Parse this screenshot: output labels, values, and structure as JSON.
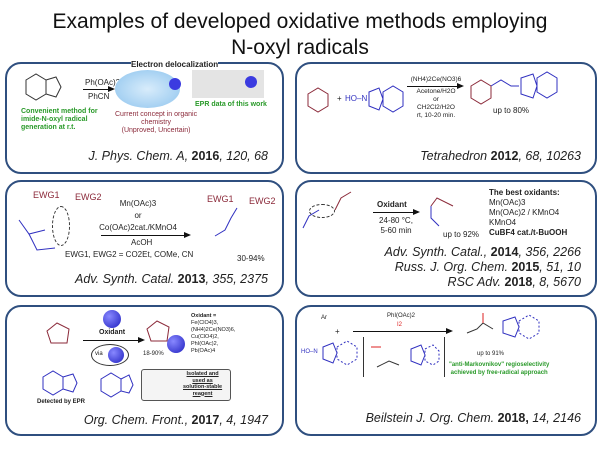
{
  "title": {
    "line1": "Examples of developed oxidative methods employing",
    "line2": "N-oxyl radicals"
  },
  "panels": [
    {
      "reagents": [
        "Ph(OAc)2",
        "PhCN"
      ],
      "header": "Electron delocalization",
      "note_green": "Convenient method for\nimide-N-oxyl radical\ngeneration at r.t.",
      "note_red": "Current concept in organic\nchemistry\n(Unproved, Uncertain)",
      "note_epr": "EPR data of this work",
      "ref_journal": "J. Phys. Chem. A",
      "ref_year": "2016",
      "ref_rest": ", 120, 68"
    },
    {
      "reagents": [
        "(NH4)2Ce(NO3)6",
        "Acetone/H2O",
        "or",
        "CH2Cl2/H2O",
        "rt, 10-20 min."
      ],
      "plus": "+",
      "hon": "HO–N",
      "yield": "up to 80%",
      "ref_journal": "Tetrahedron",
      "ref_year": "2012",
      "ref_rest": ", 68, 10263"
    },
    {
      "reagents": [
        "Mn(OAc)3",
        "or",
        "Co(OAc)2cat./KMnO4",
        "AcOH"
      ],
      "ewg_note": "EWG1, EWG2 = CO2Et, COMe, CN",
      "yield": "30-94%",
      "ewg1": "EWG1",
      "ewg2": "EWG2",
      "ref_journal": "Adv. Synth. Catal.",
      "ref_year": "2013",
      "ref_rest": ", 355, 2375"
    },
    {
      "oxidant": "Oxidant",
      "conditions": [
        "24-80 °C,",
        "5-60 min"
      ],
      "yield": "up to 92%",
      "best_title": "The best oxidants:",
      "best": [
        "Mn(OAc)3",
        "Mn(OAc)2 / KMnO4",
        "KMnO4",
        "CuBF4 cat./t-BuOOH"
      ],
      "refs": [
        {
          "journal": "Adv. Synth. Catal.,",
          "year": "2014",
          "rest": ", 356, 2266"
        },
        {
          "journal": "Russ. J. Org. Chem.",
          "year": "2015",
          "rest": ", 51, 10"
        },
        {
          "journal": "RSC Adv.",
          "year": "2018",
          "rest": ", 8, 5670"
        }
      ]
    },
    {
      "oxidant": "Oxidant",
      "oxidant_list": [
        "Oxidant =",
        "Fe(ClO4)3,",
        "(NH4)2Ce(NO3)6,",
        "Cu(ClO4)2,",
        "PhI(OAc)2,",
        "Pb(OAc)4"
      ],
      "yield": "18-90%",
      "via": "via",
      "detected": "Detected by EPR",
      "isolated": "Isolated and\nused as\nsolution-stable\nreagent",
      "ref_journal": "Org. Chem. Front.",
      "ref_year": "2017",
      "ref_rest": ", 4, 1947"
    },
    {
      "reagents": [
        "PhI(OAc)2",
        "I2"
      ],
      "ar": "Ar",
      "plus": "+",
      "hon": "HO–N",
      "yield": "up to 91%",
      "note": "\"anti-Markovnikov\" regioselectivity\nachieved by free-radical approach",
      "ref_journal": "Beilstein J. Org. Chem.",
      "ref_year": "2018,",
      "ref_rest": " 14, 2146"
    }
  ],
  "colors": {
    "border": "#2f4f7f",
    "blue": "#3030c0",
    "red": "#8b2a3a",
    "green": "#2a9a2a"
  }
}
